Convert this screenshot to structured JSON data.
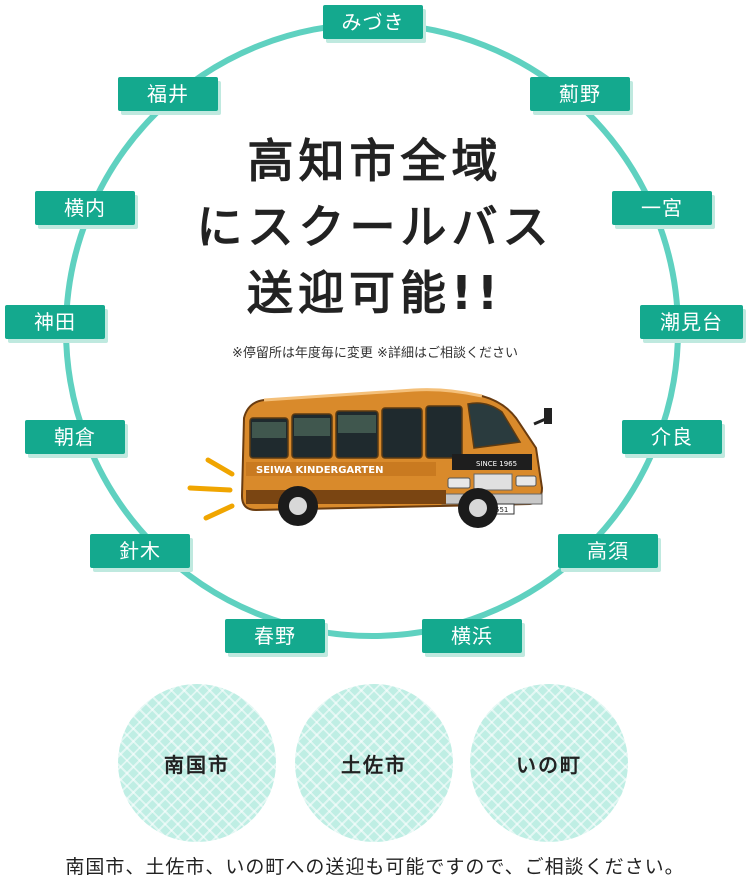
{
  "headline": {
    "line1": "高知市全域",
    "line2": "にスクールバス",
    "line3": "送迎可能!!"
  },
  "note": "※停留所は年度毎に変更 ※詳細はご相談ください",
  "stops": {
    "mizuki": "みづき",
    "azamino": "薊野",
    "ichinomiya": "一宮",
    "shiomidai": "潮見台",
    "kera": "介良",
    "takasu": "高須",
    "yokohama": "横浜",
    "haruno": "春野",
    "haritagi": "針木",
    "asakura": "朝倉",
    "kamida": "神田",
    "yokouchi": "横内",
    "fukui": "福井"
  },
  "bus": {
    "name_text": "SEIWA KINDERGARTEN",
    "plate": "551",
    "since": "SINCE 1965"
  },
  "areas": [
    "南国市",
    "土佐市",
    "いの町"
  ],
  "footer": "南国市、土佐市、いの町への送迎も可能ですので、ご相談ください。",
  "colors": {
    "ring": "#5fd1c0",
    "tag": "#14a98e",
    "disc": "#bfeee4",
    "bus_body": "#d98a2b",
    "accent": "#f0a500"
  }
}
